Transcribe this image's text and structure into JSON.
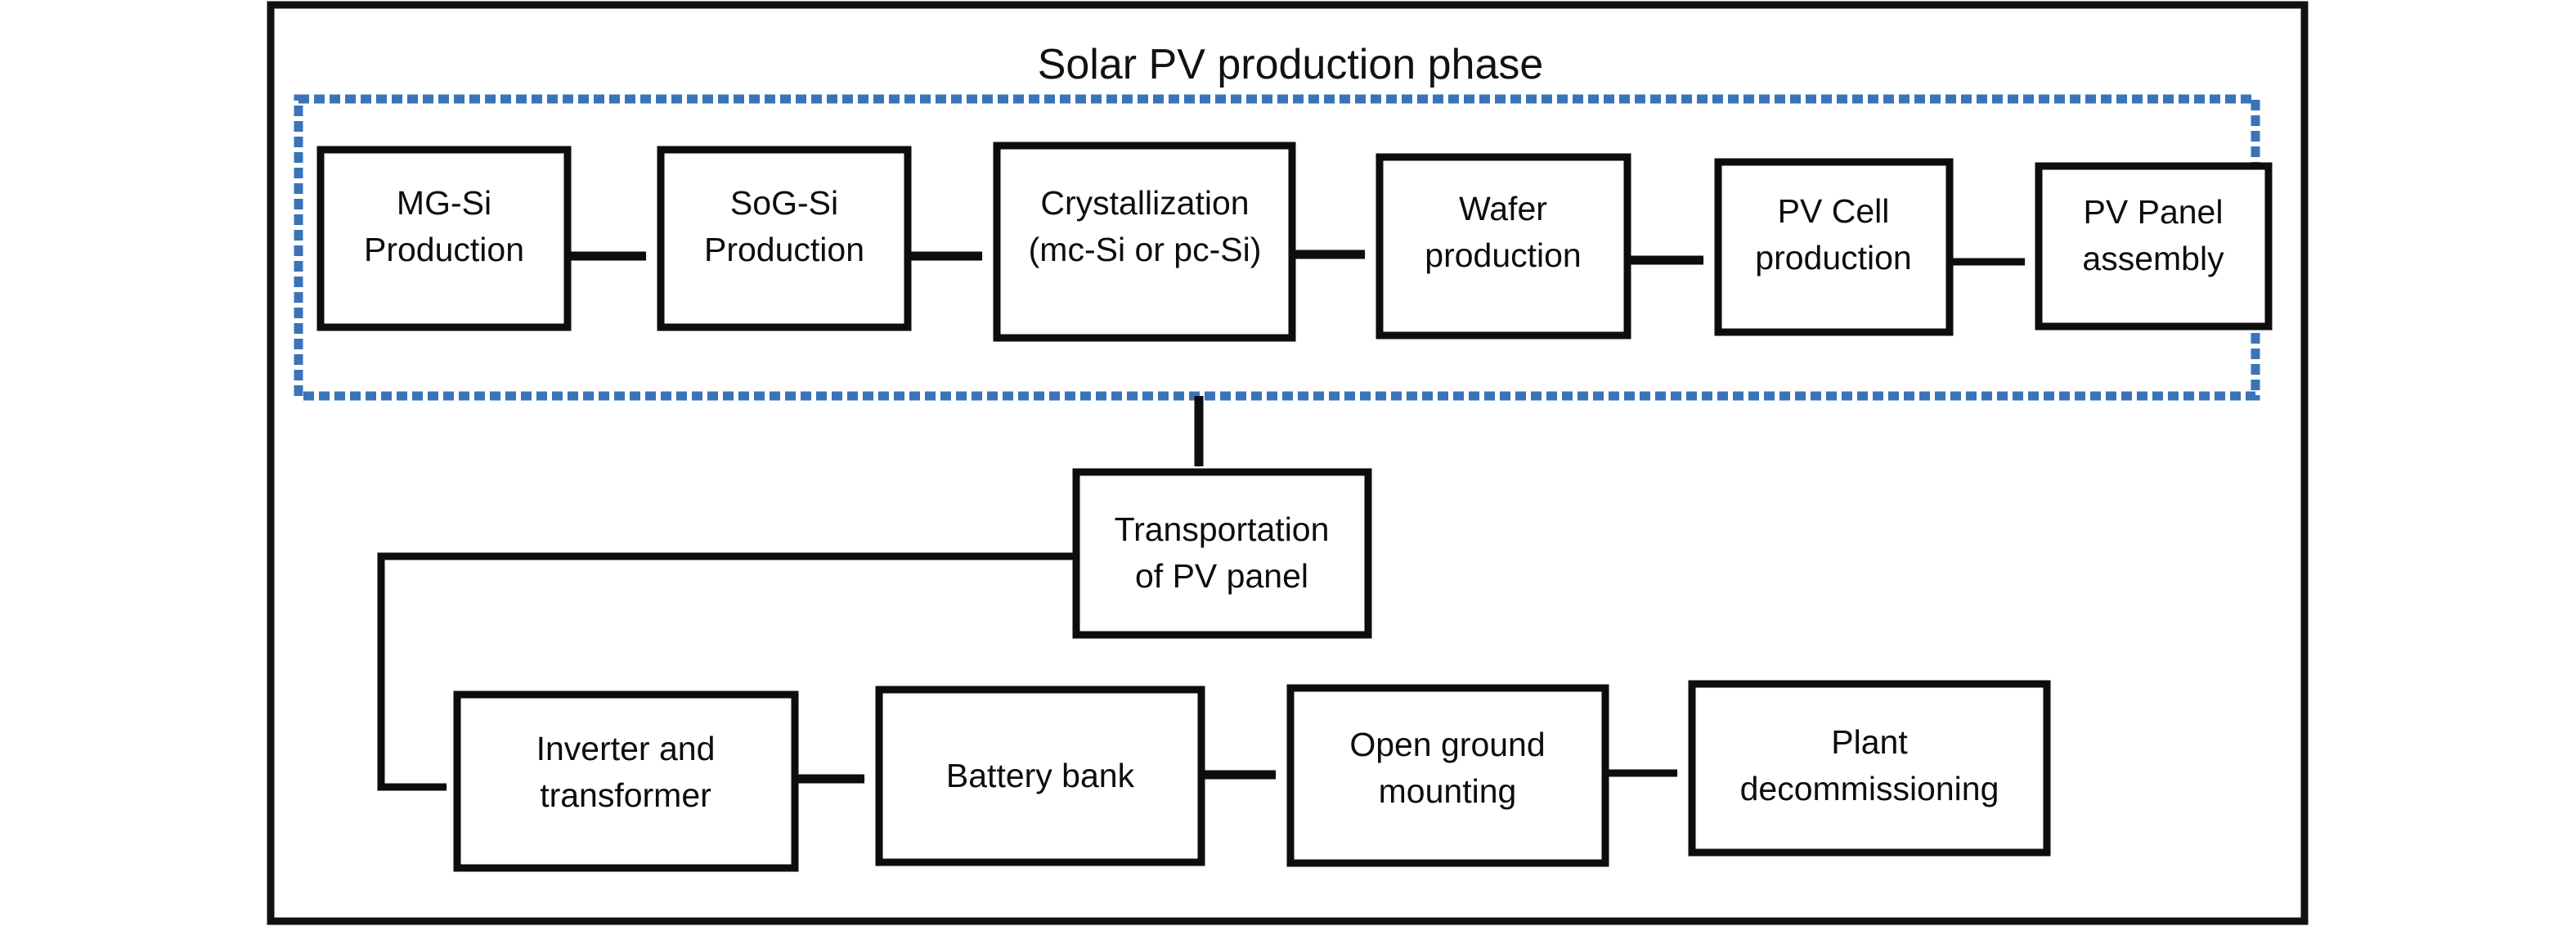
{
  "diagram": {
    "title": "Solar PV production phase",
    "phase_box": {
      "label": "Solar PV production phase",
      "border_color": "#3a73b8",
      "style": "dashed"
    },
    "outer_frame_color": "#111111",
    "box_border_color": "#0d0d0d",
    "connector_color": "#0d0d0d",
    "background": "#ffffff"
  },
  "nodes": {
    "mg_si": {
      "line1": "MG-Si",
      "line2": "Production"
    },
    "sog_si": {
      "line1": "SoG-Si",
      "line2": "Production"
    },
    "crystal": {
      "line1": "Crystallization",
      "line2": "(mc-Si or pc-Si)"
    },
    "wafer": {
      "line1": "Wafer",
      "line2": "production"
    },
    "pv_cell": {
      "line1": "PV Cell",
      "line2": "production"
    },
    "pv_panel": {
      "line1": "PV Panel",
      "line2": "assembly"
    },
    "transport": {
      "line1": "Transportation",
      "line2": "of PV panel"
    },
    "inverter": {
      "line1": "Inverter and",
      "line2": "transformer"
    },
    "battery": {
      "line1": "Battery bank",
      "line2": ""
    },
    "mounting": {
      "line1": "Open ground",
      "line2": "mounting"
    },
    "decommission": {
      "line1": "Plant",
      "line2": "decommissioning"
    }
  },
  "flow": {
    "production_chain": [
      "MG-Si Production",
      "SoG-Si Production",
      "Crystallization (mc-Si or pc-Si)",
      "Wafer production",
      "PV Cell production",
      "PV Panel assembly"
    ],
    "installation_chain": [
      "Transportation of PV panel",
      "Inverter and transformer",
      "Battery bank",
      "Open ground mounting",
      "Plant decommissioning"
    ]
  }
}
